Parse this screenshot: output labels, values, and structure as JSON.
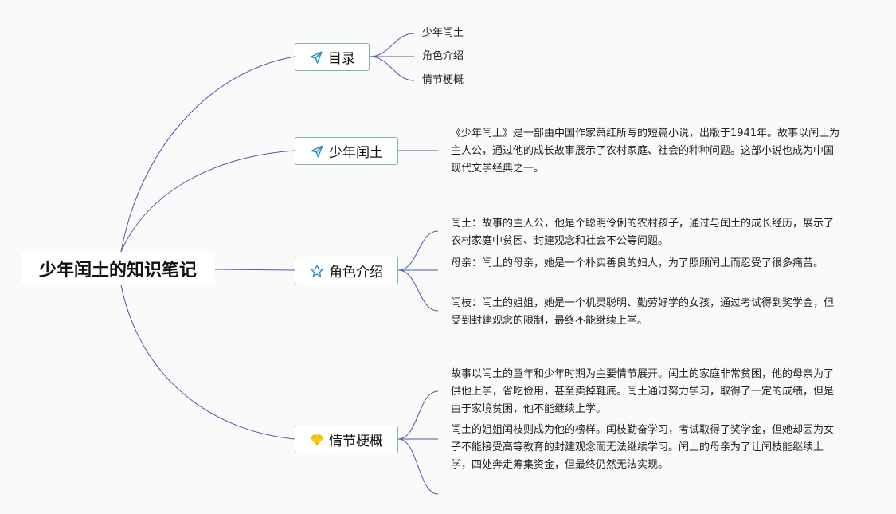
{
  "root": {
    "title": "少年闰土的知识笔记"
  },
  "branches": {
    "toc": {
      "label": "目录",
      "icon": "paper-plane-icon",
      "items": [
        "少年闰土",
        "角色介绍",
        "情节梗概"
      ]
    },
    "intro": {
      "label": "少年闰土",
      "icon": "paper-plane-icon",
      "text": "《少年闰土》是一部由中国作家萧红所写的短篇小说，出版于1941年。故事以闰土为主人公，通过他的成长故事展示了农村家庭、社会的种种问题。这部小说也成为中国现代文学经典之一。"
    },
    "characters": {
      "label": "角色介绍",
      "icon": "star-outline-icon",
      "items": [
        "闰土：故事的主人公，他是个聪明伶俐的农村孩子，通过与闰土的成长经历，展示了农村家庭中贫困、封建观念和社会不公等问题。",
        "母亲：闰土的母亲，她是一个朴实善良的妇人，为了照顾闰土而忍受了很多痛苦。",
        "闰枝：闰土的姐姐，她是一个机灵聪明、勤劳好学的女孩，通过考试得到奖学金，但受到封建观念的限制，最终不能继续上学。"
      ]
    },
    "plot": {
      "label": "情节梗概",
      "icon": "diamond-icon",
      "items": [
        "故事以闰土的童年和少年时期为主要情节展开。闰土的家庭非常贫困，他的母亲为了供他上学，省吃俭用，甚至卖掉鞋底。闰土通过努力学习，取得了一定的成绩，但是由于家境贫困，他不能继续上学。",
        "闰土的姐姐闰枝则成为他的榜样。闰枝勤奋学习，考试取得了奖学金，但她却因为女子不能接受高等教育的封建观念而无法继续学习。闰土的母亲为了让闰枝能继续上学，四处奔走筹集资金，但最终仍然无法实现。"
      ]
    }
  },
  "colors": {
    "connector": "#4a5aa8",
    "branch_border": "#7fb3ae",
    "plane_icon": "#1f8fb5",
    "star_icon": "#2a8fd0",
    "diamond_icon": "#e8b400"
  }
}
